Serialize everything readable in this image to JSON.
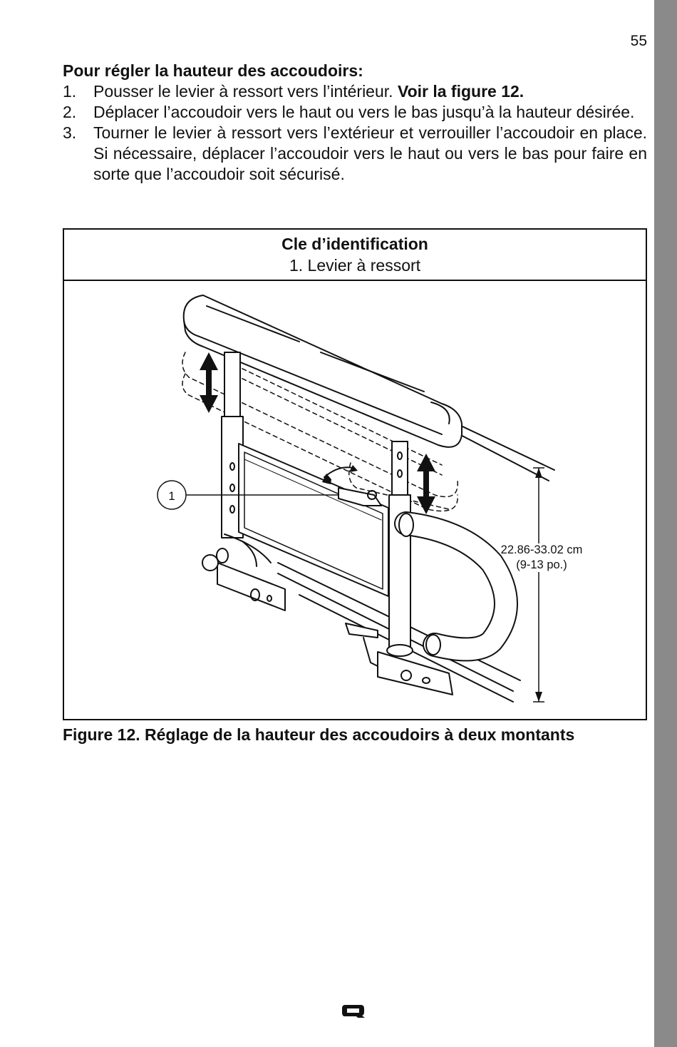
{
  "page_number": "55",
  "section": {
    "title": "Pour régler la hauteur des accoudoirs:",
    "steps": [
      {
        "num": "1.",
        "text": "Pousser le levier à ressort vers l’intérieur. ",
        "bold": "Voir la figure 12."
      },
      {
        "num": "2.",
        "text": "Déplacer l’accoudoir vers le haut ou vers le bas jusqu’à la hauteur désirée."
      },
      {
        "num": "3.",
        "text": "Tourner le levier à ressort vers l’extérieur et verrouiller l’accoudoir en place. Si nécessaire, déplacer l’accoudoir vers le haut ou vers le bas pour faire en sorte que l’accoudoir soit sécurisé."
      }
    ]
  },
  "figure": {
    "key_title": "Cle d’identification",
    "key_item": "1.   Levier à ressort",
    "callout_number": "1",
    "dimension_line1": "22.86-33.02 cm",
    "dimension_line2": "(9-13 po.)",
    "caption": "Figure 12. Réglage de la hauteur des accoudoirs à deux montants"
  },
  "colors": {
    "side_tab": "#8a8a8a",
    "ink": "#111111"
  }
}
